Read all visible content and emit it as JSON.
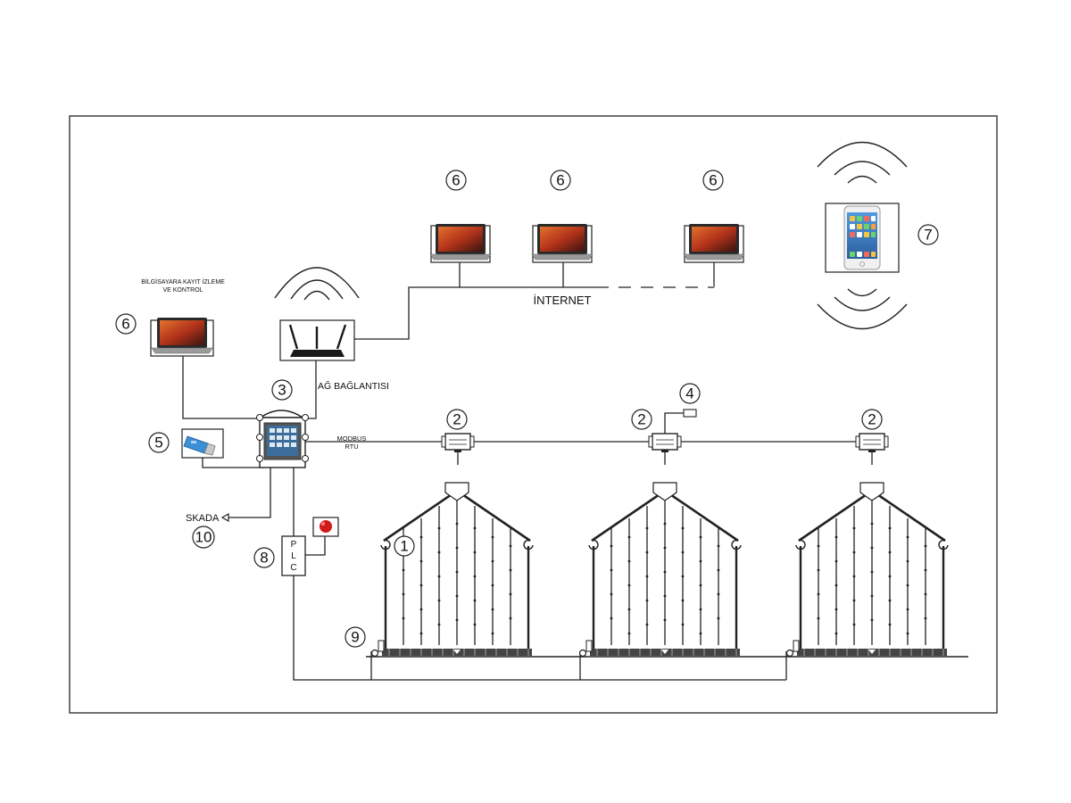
{
  "labels": {
    "pc_record_line1": "BİLGİSAYARA KAYIT İZLEME",
    "pc_record_line2": "VE KONTROL",
    "internet": "İNTERNET",
    "network": "AĞ BAĞLANTISI",
    "modbus_line1": "MODBUS",
    "modbus_line2": "RTU",
    "skada": "SKADA",
    "plc_p": "P",
    "plc_l": "L",
    "plc_c": "C"
  },
  "callouts": {
    "silo": "1",
    "sensor_box": "2",
    "panel": "3",
    "probe": "4",
    "usb": "5",
    "computer": "6",
    "phone": "7",
    "plc": "8",
    "conveyor": "9",
    "skada": "10"
  },
  "colors": {
    "line": "#222222",
    "laptop_screen": "#c2401a",
    "usb_blue": "#3a8fd6",
    "alarm_red": "#d11a1a",
    "phone_screen": "#3a7fc4"
  },
  "icons": [
    "laptop-icon",
    "router-icon",
    "wifi-icon",
    "smartphone-icon",
    "usb-stick-icon",
    "touch-panel-icon",
    "alarm-beacon-icon",
    "silo-icon"
  ]
}
